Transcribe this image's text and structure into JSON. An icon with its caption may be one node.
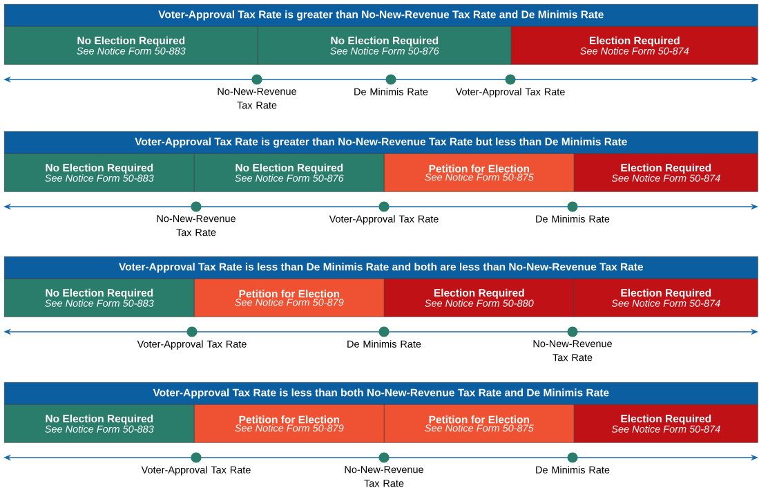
{
  "diagram": {
    "nodes": [
      {
        "text": [
          "Voter-Approval Tax Rate is greater than No-New-Revenue Tax Rate and De Minimis Rate"
        ]
      },
      {
        "text": [
          "No Election Required",
          "See Notice Form 50-883"
        ]
      },
      {
        "text": [
          "No Election Required",
          "See Notice Form 50-876"
        ]
      },
      {
        "text": [
          "Election Required",
          "See Notice Form 50-874"
        ]
      },
      {
        "text": [],
        "shape": "circle",
        "beside": [
          "No-New-Revenue Tax Rate"
        ]
      },
      {
        "text": [],
        "shape": "circle",
        "beside": [
          "De Minimis Rate"
        ]
      },
      {
        "text": [],
        "shape": "circle",
        "beside": [
          "Voter-Approval Tax Rate"
        ]
      },
      {
        "text": [
          "Voter-Approval Tax Rate is greater than No-New-Revenue Tax Rate but less than De Minimis Rate"
        ]
      },
      {
        "text": [
          "No Election Required",
          "See Notice Form 50-883"
        ]
      },
      {
        "text": [
          "No Election Required",
          "See Notice Form 50-876"
        ]
      },
      {
        "text": [
          "Petition for Election",
          "See Notice Form 50-875"
        ]
      },
      {
        "text": [
          "Election Required",
          "See Notice Form 50-874"
        ]
      },
      {
        "text": [],
        "shape": "circle",
        "beside": [
          "No-New-Revenue Tax Rate"
        ]
      },
      {
        "text": [],
        "shape": "circle",
        "beside": [
          "Voter-Approval Tax Rate"
        ]
      },
      {
        "text": [],
        "shape": "circle",
        "beside": [
          "De Minimis Rate"
        ]
      },
      {
        "text": [
          "Voter-Approval Tax Rate is less than De Minimis Rate and both are less than No-New-Revenue Tax Rate"
        ]
      },
      {
        "text": [
          "No Election Required",
          "See Notice Form 50-883"
        ]
      },
      {
        "text": [
          "Petition for Election",
          "See Notice Form 50-879"
        ]
      },
      {
        "text": [
          "Election Required",
          "See Notice Form 50-880"
        ]
      },
      {
        "text": [
          "Election Required",
          "See Notice Form 50-874"
        ]
      },
      {
        "text": [],
        "shape": "circle",
        "beside": [
          "Voter-Approval Tax Rate"
        ]
      },
      {
        "text": [],
        "shape": "circle",
        "beside": [
          "De Minimis Rate"
        ]
      },
      {
        "text": [],
        "shape": "circle",
        "beside": [
          "No-New-Revenue Tax Rate"
        ]
      },
      {
        "text": [
          "Voter-Approval Tax Rate is less than both No-New-Revenue Tax Rate and De Minimis Rate"
        ]
      },
      {
        "text": [
          "No Election Required",
          "See Notice Form 50-883"
        ]
      },
      {
        "text": [
          "Petition for Election",
          "See Notice Form 50-879"
        ]
      },
      {
        "text": [
          "Petition for Election",
          "See Notice Form 50-875"
        ]
      },
      {
        "text": [
          "Election Required",
          "See Notice Form 50-874"
        ]
      },
      {
        "text": [],
        "shape": "circle",
        "beside": [
          "Voter-Approval Tax Rate"
        ]
      },
      {
        "text": [],
        "shape": "circle",
        "beside": [
          "No-New-Revenue Tax Rate"
        ]
      },
      {
        "text": [],
        "shape": "circle",
        "beside": [
          "De Minimis Rate"
        ]
      }
    ]
  }
}
